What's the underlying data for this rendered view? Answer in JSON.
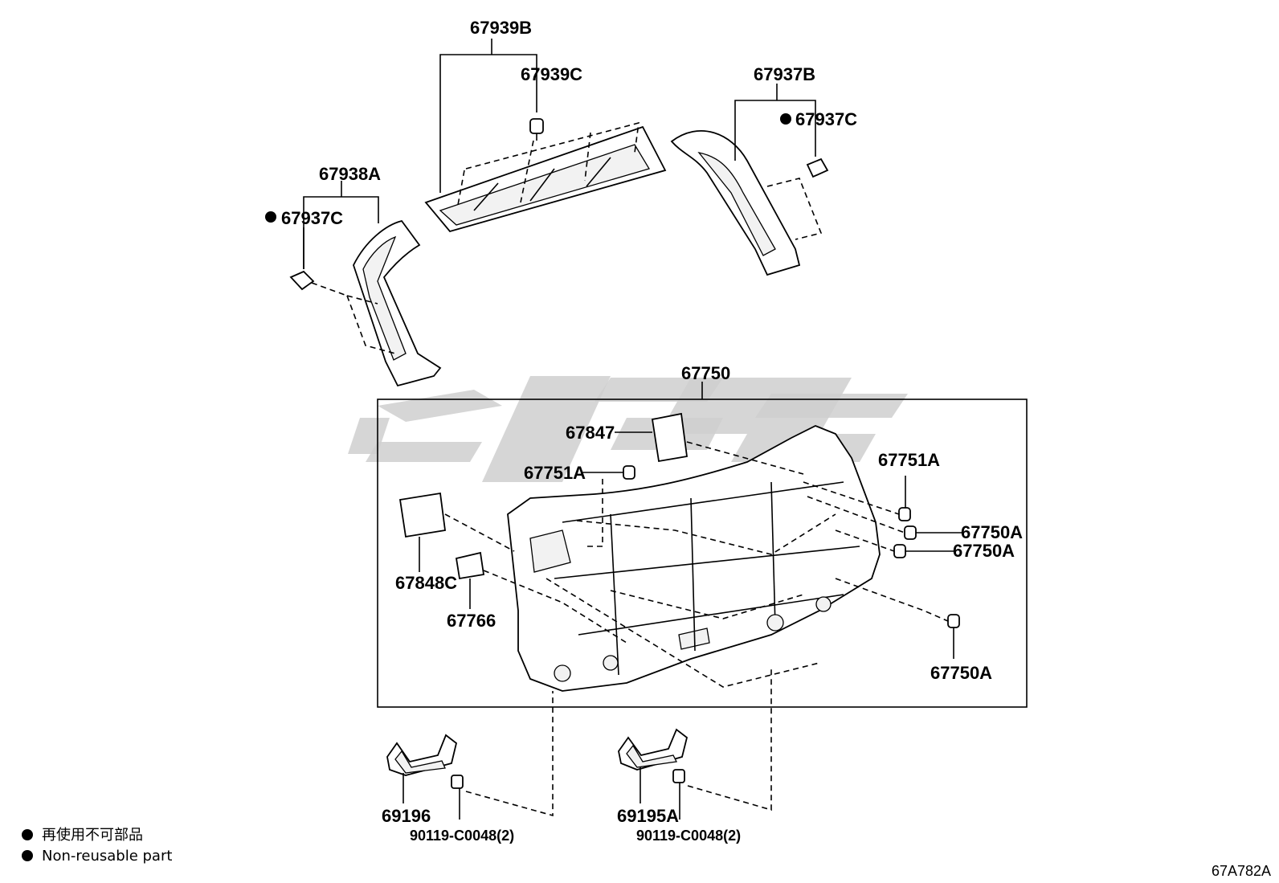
{
  "labels": {
    "p67939B": "67939B",
    "p67939C": "67939C",
    "p67937B": "67937B",
    "p67937C_right": "67937C",
    "p67938A": "67938A",
    "p67937C_left": "67937C",
    "p67750": "67750",
    "p67847": "67847",
    "p67751A_left": "67751A",
    "p67751A_right": "67751A",
    "p67750A_1": "67750A",
    "p67750A_2": "67750A",
    "p67750A_3": "67750A",
    "p67848C": "67848C",
    "p67766": "67766",
    "p69196": "69196",
    "p69195A": "69195A",
    "p90119_left": "90119-C0048(2)",
    "p90119_right": "90119-C0048(2)"
  },
  "legend": {
    "line1": "再使用不可部品",
    "line2": "Non-reusable part"
  },
  "reference": "67A782A"
}
